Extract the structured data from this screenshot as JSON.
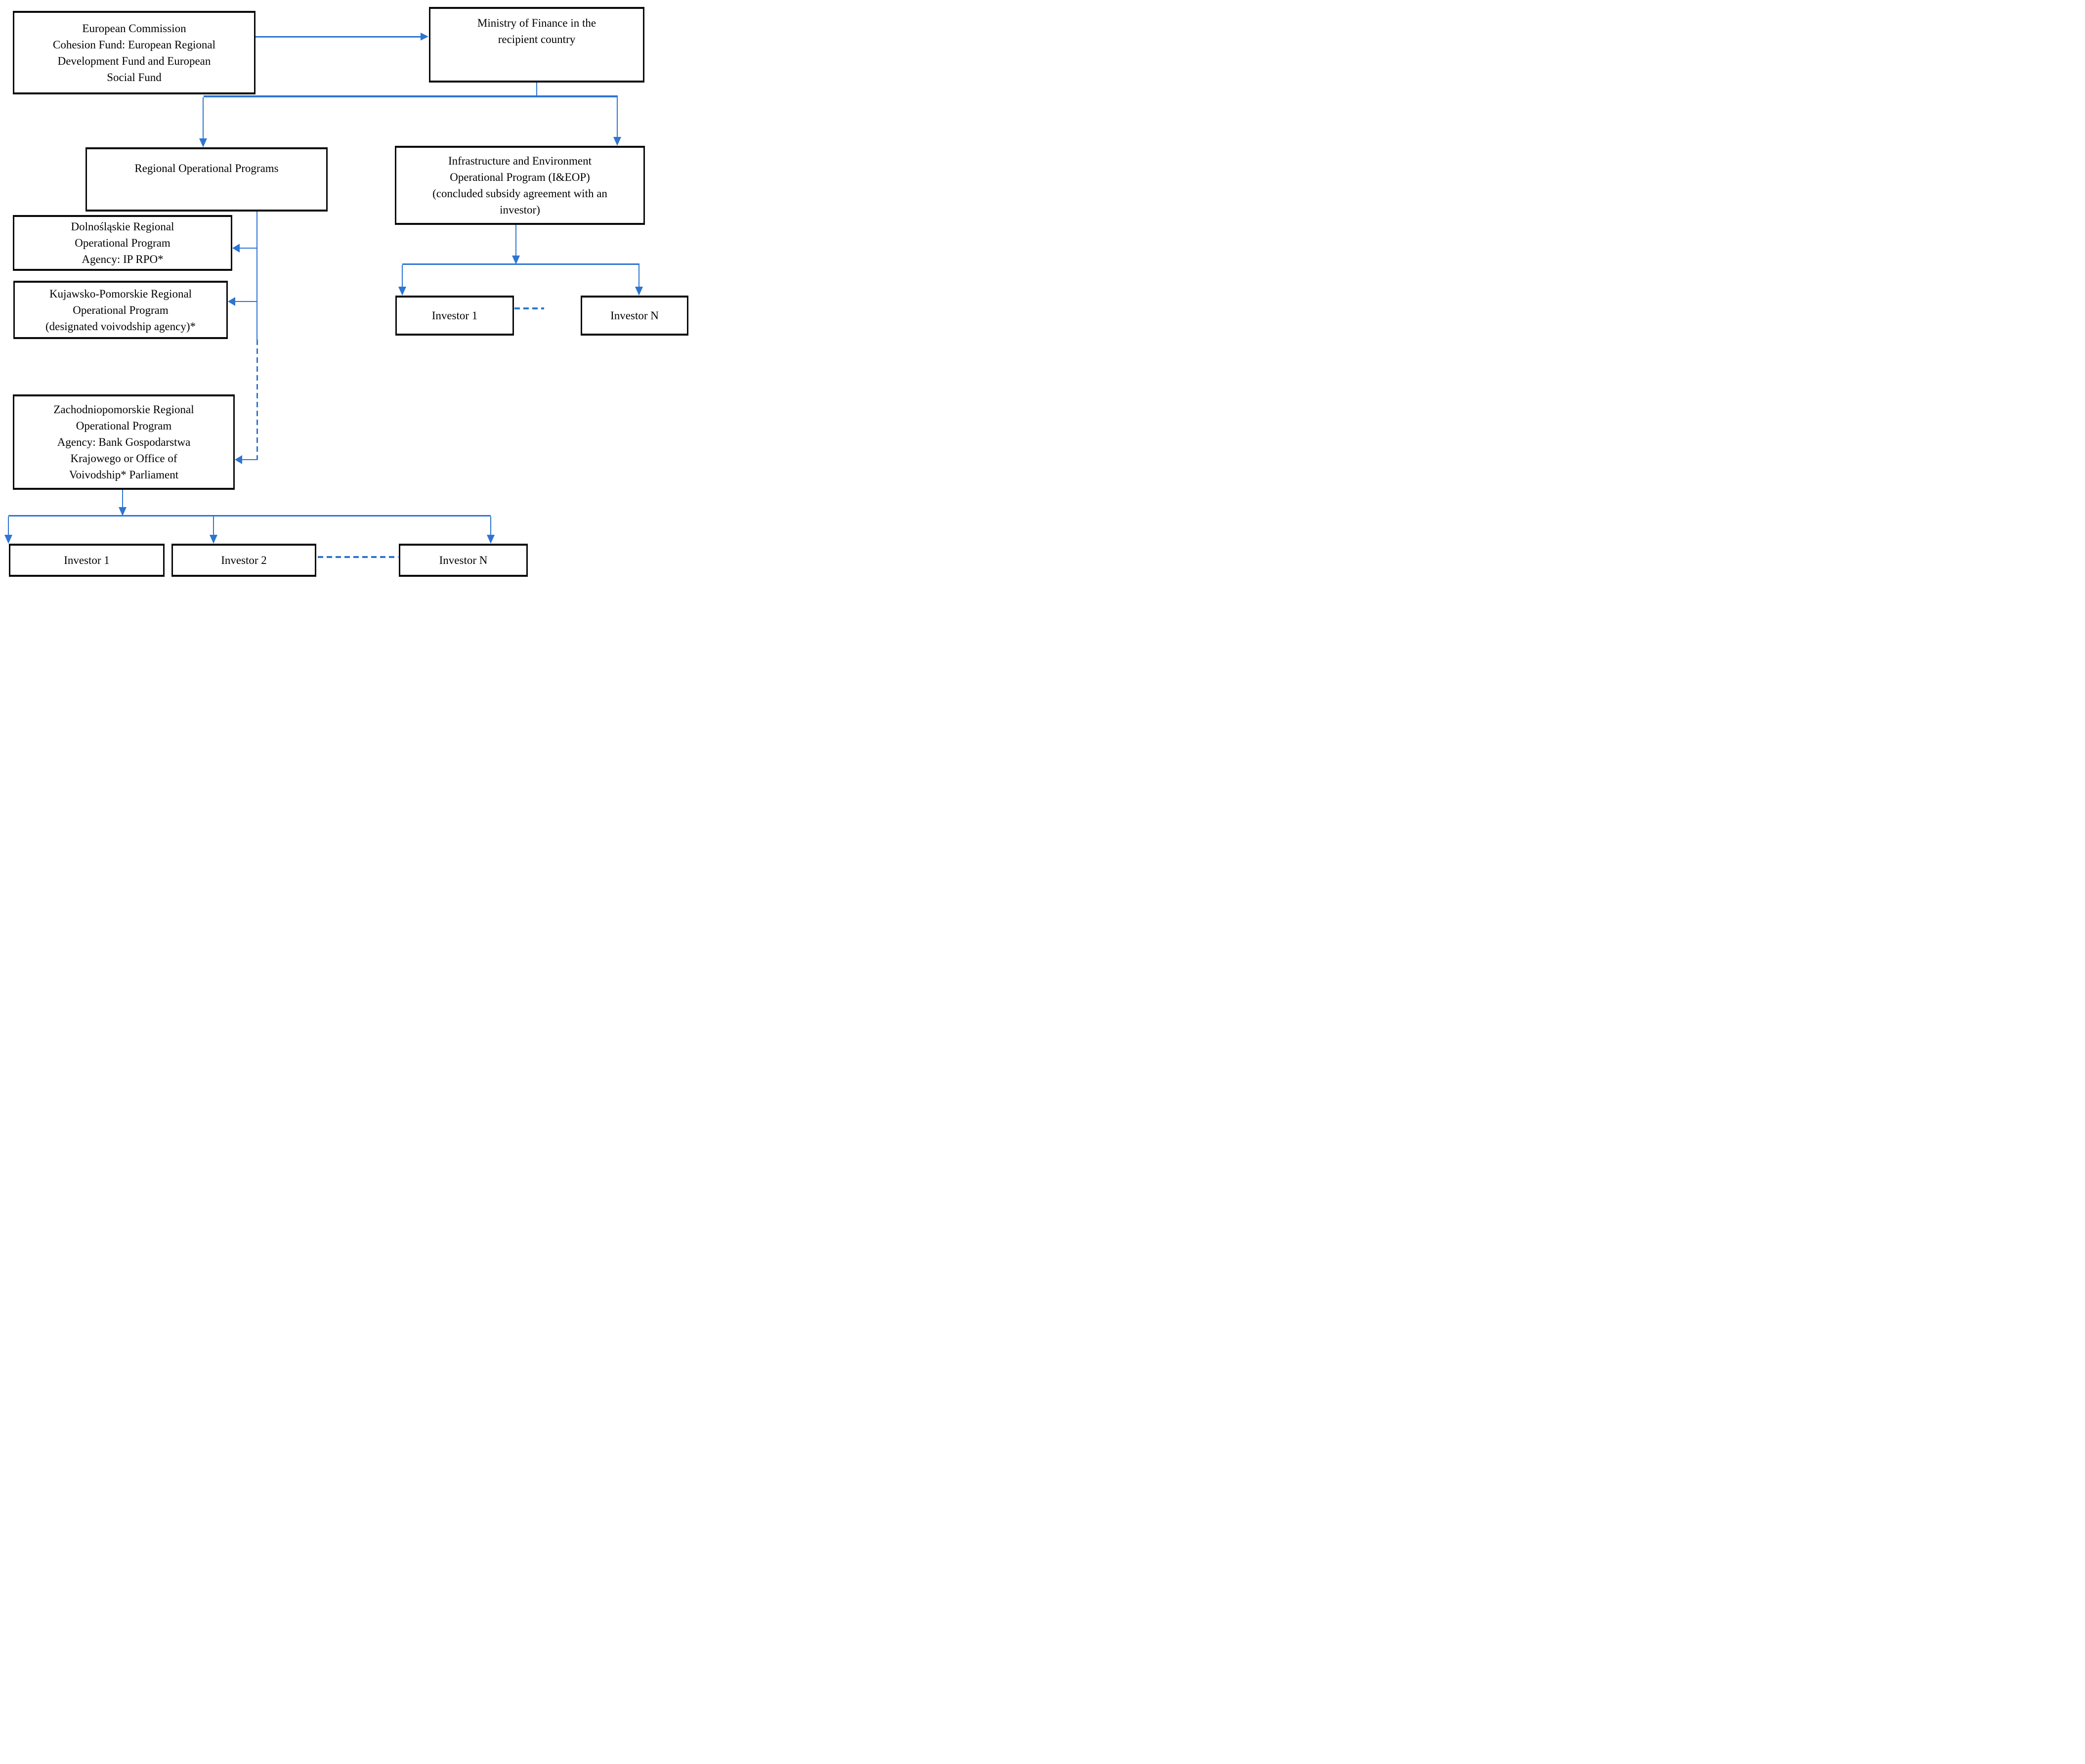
{
  "colors": {
    "connector_blue": "#2E75D1",
    "box_border_black": "#0a0a0a",
    "box_fill_white": "#ffffff",
    "text_black": "#000000",
    "page_background": "#ffffff"
  },
  "nodes": {
    "ec": {
      "lines": [
        "European Commission",
        "Cohesion Fund: European Regional",
        "Development Fund and European",
        "Social Fund"
      ]
    },
    "ministry": {
      "lines": [
        "Ministry of Finance in the",
        "recipient country"
      ]
    },
    "rop": {
      "lines": [
        "Regional Operational Programs"
      ]
    },
    "ieop": {
      "lines": [
        "Infrastructure and Environment",
        "Operational Program (I&EOP)",
        "(concluded subsidy agreement with an",
        "investor)"
      ]
    },
    "dolnoslaskie": {
      "lines": [
        "Dolnośląskie Regional",
        "Operational Program",
        "Agency: IP RPO*"
      ]
    },
    "kujawsko": {
      "lines": [
        "Kujawsko-Pomorskie Regional",
        "Operational Program",
        "(designated voivodship agency)*"
      ]
    },
    "zachodniopomorskie": {
      "lines": [
        "Zachodniopomorskie Regional",
        "Operational Program",
        "Agency: Bank Gospodarstwa",
        "Krajowego or Office of",
        "Voivodship* Parliament"
      ]
    },
    "investor1_right": {
      "lines": [
        "Investor 1"
      ]
    },
    "investorN_right": {
      "lines": [
        "Investor N"
      ]
    },
    "investor1_bottom": {
      "lines": [
        "Investor 1"
      ]
    },
    "investor2_bottom": {
      "lines": [
        "Investor 2"
      ]
    },
    "investorN_bottom": {
      "lines": [
        "Investor N"
      ]
    }
  }
}
